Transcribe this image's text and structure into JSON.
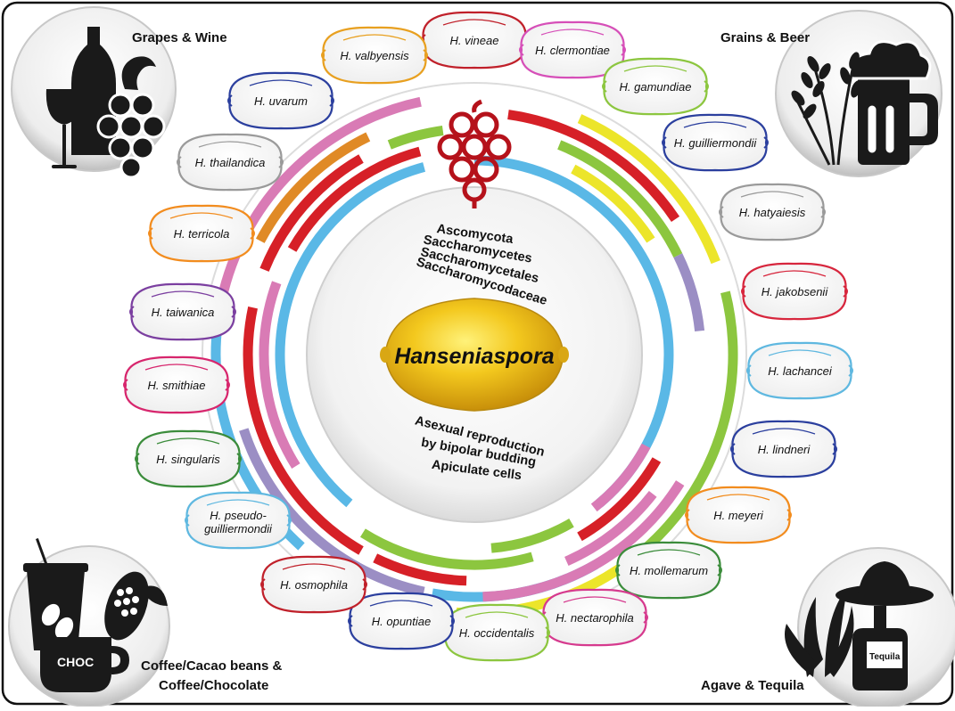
{
  "center": {
    "genus": "Hanseniaspora",
    "taxonomy": [
      "Ascomycota",
      "Saccharomycetes",
      "Saccharomycetales",
      "Saccharomycodaceae"
    ],
    "traits": [
      "Asexual reproduction",
      "by bipolar budding",
      "Apiculate cells"
    ]
  },
  "corners": {
    "top_left": "Grapes & Wine",
    "top_right": "Grains & Beer",
    "bottom_left_line1": "Coffee/Cacao beans &",
    "bottom_left_line2": "Coffee/Chocolate",
    "bottom_right": "Agave & Tequila",
    "choc_label": "CHOC",
    "tequila_label": "Tequila"
  },
  "species": [
    {
      "name": "H. vineae",
      "color": "#c0202a"
    },
    {
      "name": "H. clermontiae",
      "color": "#d64fb8"
    },
    {
      "name": "H. gamundiae",
      "color": "#8cc63f"
    },
    {
      "name": "H. guilliermondii",
      "color": "#2b3f9e"
    },
    {
      "name": "H. hatyaiesis",
      "color": "#9a9a9a"
    },
    {
      "name": "H. jakobsenii",
      "color": "#d7263d"
    },
    {
      "name": "H. lachancei",
      "color": "#5fb8e0"
    },
    {
      "name": "H. lindneri",
      "color": "#2b3f9e"
    },
    {
      "name": "H. meyeri",
      "color": "#f28c1e"
    },
    {
      "name": "H. mollemarum",
      "color": "#3b8c3b"
    },
    {
      "name": "H. nectarophila",
      "color": "#d63a8e"
    },
    {
      "name": "H. occidentalis",
      "color": "#8cc63f"
    },
    {
      "name": "H. opuntiae",
      "color": "#2b3f9e"
    },
    {
      "name": "H. osmophila",
      "color": "#c0202a"
    },
    {
      "name": "H. pseudo-",
      "line2": "guilliermondii",
      "color": "#5fb8e0"
    },
    {
      "name": "H. singularis",
      "color": "#3b8c3b"
    },
    {
      "name": "H. smithiae",
      "color": "#d7266d"
    },
    {
      "name": "H. taiwanica",
      "color": "#7b3fa0"
    },
    {
      "name": "H. terricola",
      "color": "#f28c1e"
    },
    {
      "name": "H. thailandica",
      "color": "#9a9a9a"
    },
    {
      "name": "H. uvarum",
      "color": "#2b3f9e"
    },
    {
      "name": "H. valbyensis",
      "color": "#e8a020"
    }
  ],
  "ring_colors": {
    "red": "#d62027",
    "green": "#8cc63f",
    "yellow": "#ece52a",
    "purple": "#9b8ec4",
    "pink": "#d97bb5",
    "blue": "#5ab8e6",
    "orange": "#e08a26"
  }
}
